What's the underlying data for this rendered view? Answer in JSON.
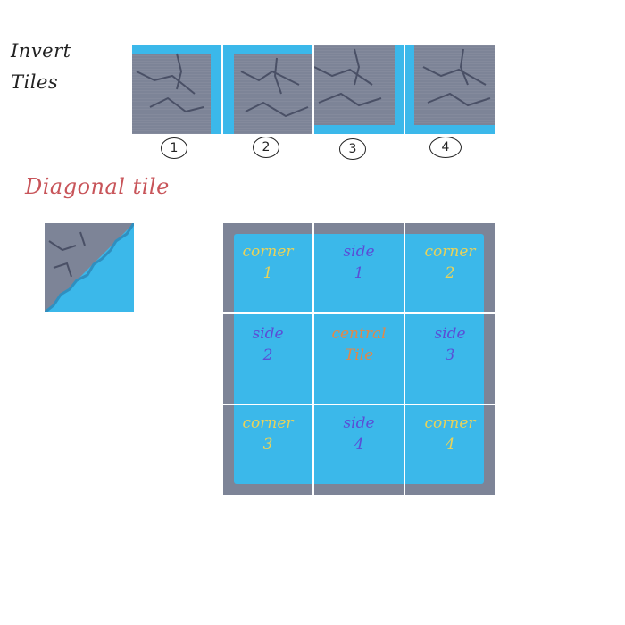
{
  "invert_title": [
    "Invert",
    "Tiles"
  ],
  "diagonal_title": "Diagonal tile",
  "invert_tiles": [
    {
      "label": "1",
      "water_edges": [
        "top",
        "right"
      ]
    },
    {
      "label": "2",
      "water_edges": [
        "top",
        "left"
      ]
    },
    {
      "label": "3",
      "water_edges": [
        "right",
        "bottom"
      ]
    },
    {
      "label": "4",
      "water_edges": [
        "left",
        "bottom"
      ]
    }
  ],
  "grid_cells": [
    {
      "lines": [
        "corner",
        "1"
      ],
      "color": "yellow"
    },
    {
      "lines": [
        "side",
        "1"
      ],
      "color": "blue"
    },
    {
      "lines": [
        "corner",
        "2"
      ],
      "color": "yellow"
    },
    {
      "lines": [
        "side",
        "2"
      ],
      "color": "blue"
    },
    {
      "lines": [
        "central",
        "Tile"
      ],
      "color": "orange"
    },
    {
      "lines": [
        "side",
        "3"
      ],
      "color": "blue"
    },
    {
      "lines": [
        "corner",
        "3"
      ],
      "color": "yellow"
    },
    {
      "lines": [
        "side",
        "4"
      ],
      "color": "blue"
    },
    {
      "lines": [
        "corner",
        "4"
      ],
      "color": "yellow"
    }
  ],
  "colors": {
    "water": "#3bb8ea",
    "rock": "#7d8497",
    "crack": "#4a5066"
  }
}
